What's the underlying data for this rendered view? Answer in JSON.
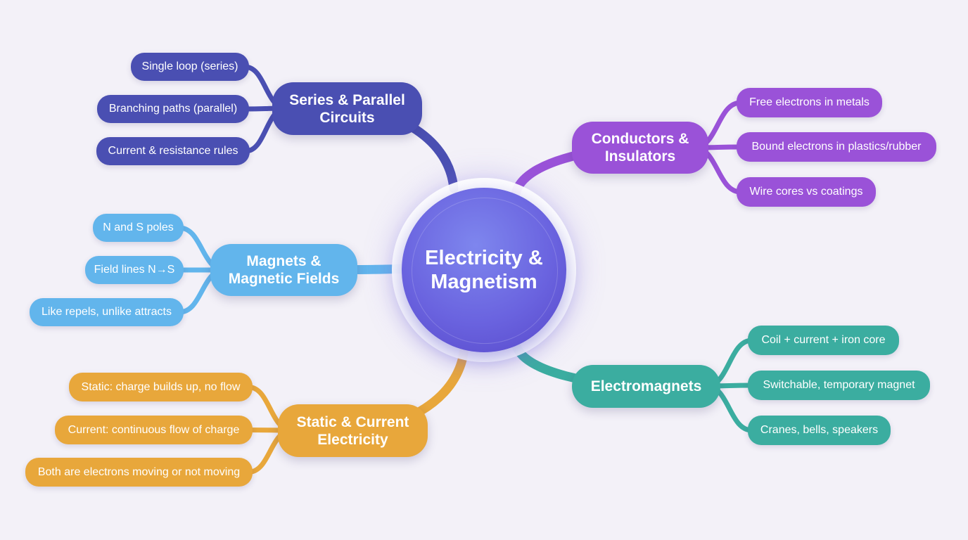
{
  "center": {
    "title": "Electricity &\nMagnetism",
    "color": "#6a63df"
  },
  "branches": [
    {
      "id": "series",
      "label": "Series & Parallel\nCircuits",
      "color": "#4a4fb2",
      "items": [
        "Single loop (series)",
        "Branching paths (parallel)",
        "Current & resistance rules"
      ]
    },
    {
      "id": "conductors",
      "label": "Conductors &\nInsulators",
      "color": "#9a52d8",
      "items": [
        "Free electrons in metals",
        "Bound electrons in plastics/rubber",
        "Wire cores vs coatings"
      ]
    },
    {
      "id": "magnets",
      "label": "Magnets &\nMagnetic Fields",
      "color": "#62b5ec",
      "items": [
        "N and S poles",
        "Field lines N→S",
        "Like repels, unlike attracts"
      ]
    },
    {
      "id": "electromagnets",
      "label": "Electromagnets",
      "color": "#3bada0",
      "items": [
        "Coil + current + iron core",
        "Switchable, temporary magnet",
        "Cranes, bells, speakers"
      ]
    },
    {
      "id": "static",
      "label": "Static & Current\nElectricity",
      "color": "#e8a73b",
      "items": [
        "Static: charge builds up, no flow",
        "Current: continuous flow of charge",
        "Both are electrons moving or not moving"
      ]
    }
  ]
}
